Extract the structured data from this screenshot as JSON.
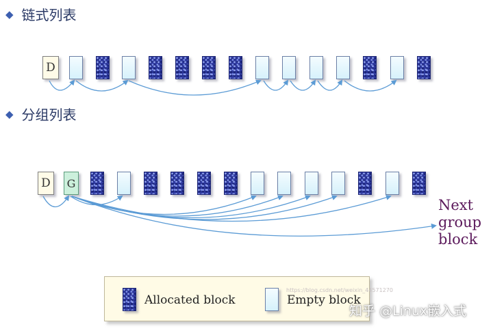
{
  "sections": [
    {
      "bullet": "◆",
      "title": "链式列表",
      "blocks": [
        "D",
        "empty",
        "alloc",
        "empty",
        "alloc",
        "alloc",
        "alloc",
        "alloc",
        "empty",
        "empty",
        "empty",
        "empty",
        "alloc",
        "empty",
        "alloc"
      ]
    },
    {
      "bullet": "◆",
      "title": "分组列表",
      "blocks": [
        "D",
        "G",
        "alloc",
        "empty",
        "alloc",
        "alloc",
        "alloc",
        "alloc",
        "empty",
        "empty",
        "empty",
        "empty",
        "alloc",
        "empty",
        "alloc"
      ]
    }
  ],
  "next_group_label": [
    "Next",
    "group",
    "block"
  ],
  "legend": {
    "allocated_label": "Allocated block",
    "empty_label": "Empty block"
  },
  "watermark": "知乎 @Linux嵌入式",
  "faint_url": "https://blog.csdn.net/weixin_44571270",
  "colors": {
    "arrow": "#5b9bd5",
    "title_text": "#2b3a66",
    "next_label": "#5c1a5c"
  }
}
